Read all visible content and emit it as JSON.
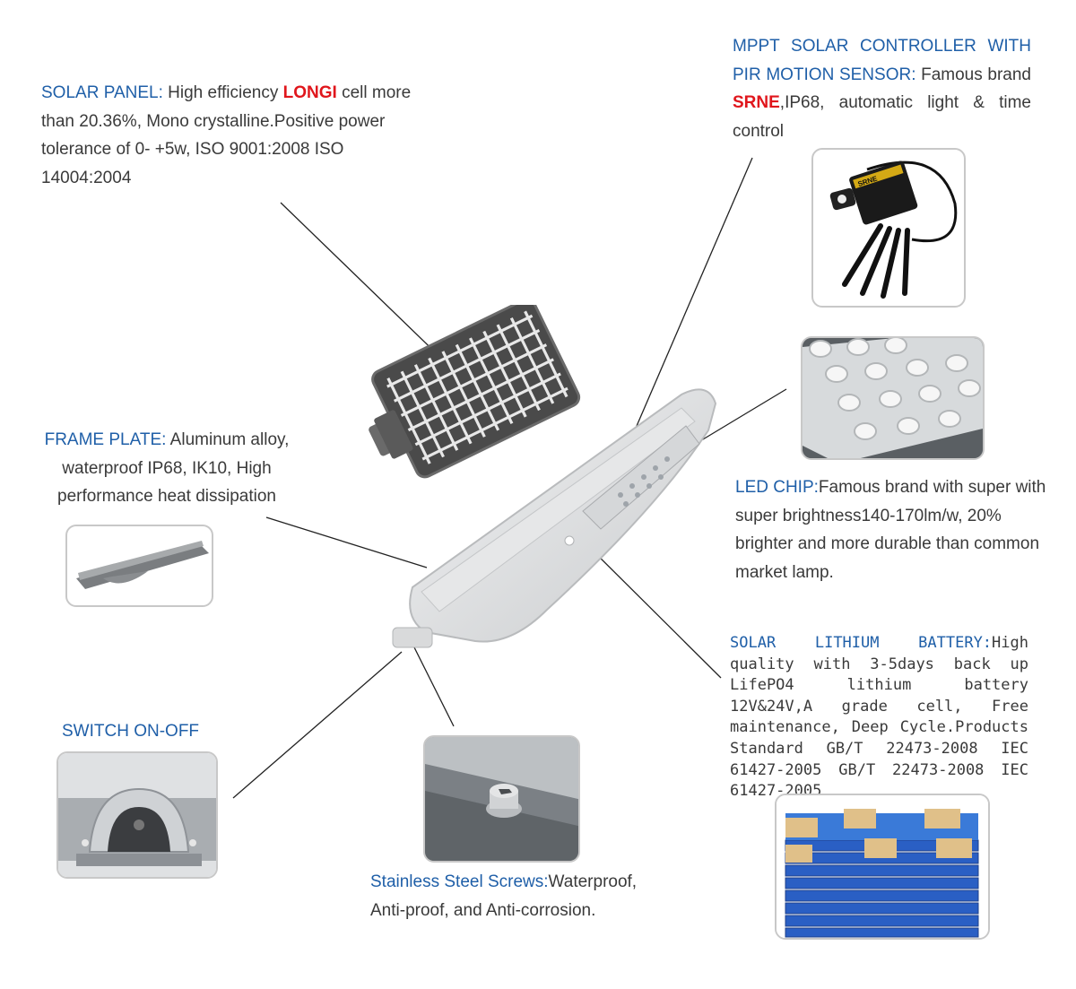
{
  "solar_panel": {
    "heading": "SOLAR PANEL:",
    "pre": " High efficiency ",
    "brand": "LONGI",
    "post": " cell more than 20.36%, Mono crystalline.Positive power tolerance of 0- +5w, ISO 9001:2008 ISO 14004:2004"
  },
  "controller": {
    "heading": "MPPT SOLAR CONTROLLER WITH PIR MOTION SENSOR:",
    "pre": " Famous brand ",
    "brand": "SRNE",
    "post": ",IP68, automatic light & time control",
    "device_label": "SRNE"
  },
  "frame_plate": {
    "heading": "FRAME PLATE:",
    "body": " Aluminum alloy, waterproof IP68, IK10, High performance heat dissipation"
  },
  "led_chip": {
    "heading": "LED CHIP:",
    "body": "Famous brand with super with super brightness140-170lm/w, 20% brighter and more durable than common market lamp."
  },
  "battery": {
    "heading": "SOLAR LITHIUM BATTERY:",
    "body": "High quality with 3-5days back up LifePO4 lithium battery 12V&24V,A grade cell, Free maintenance, Deep Cycle.Products Standard GB/T 22473-2008 IEC 61427-2005 GB/T 22473-2008 IEC 61427-2005"
  },
  "switch": {
    "heading": "SWITCH ON-OFF"
  },
  "screws": {
    "heading": "Stainless Steel Screws:",
    "body": "Waterproof, Anti-proof, and Anti-corrosion."
  },
  "colors": {
    "heading_blue": "#1f5fa8",
    "brand_red": "#e0161c",
    "body_text": "#3a3a3a"
  }
}
